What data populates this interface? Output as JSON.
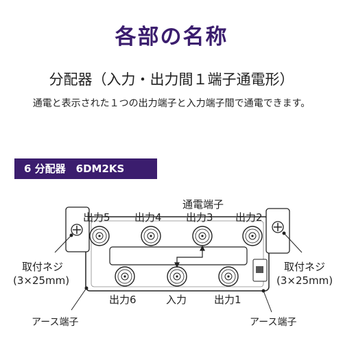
{
  "heading": "各部の名称",
  "subtitle": "分配器（入力・出力間１端子通電形）",
  "description": "通電と表示された１つの出力端子と入力端子間で通電できます。",
  "model_label": "6 分配器　6DM2KS",
  "labels": {
    "tsuden": "通電端子",
    "out5": "出力5",
    "out4": "出力4",
    "out3": "出力3",
    "out2": "出力2",
    "out6": "出力6",
    "input": "入力",
    "out1": "出力1",
    "mount_left_1": "取付ネジ",
    "mount_left_2": "(3×25mm)",
    "mount_right_1": "取付ネジ",
    "mount_right_2": "(3×25mm)",
    "earth_left": "アース端子",
    "earth_right": "アース端子"
  },
  "colors": {
    "accent": "#3b1d6e",
    "line": "#222222"
  }
}
